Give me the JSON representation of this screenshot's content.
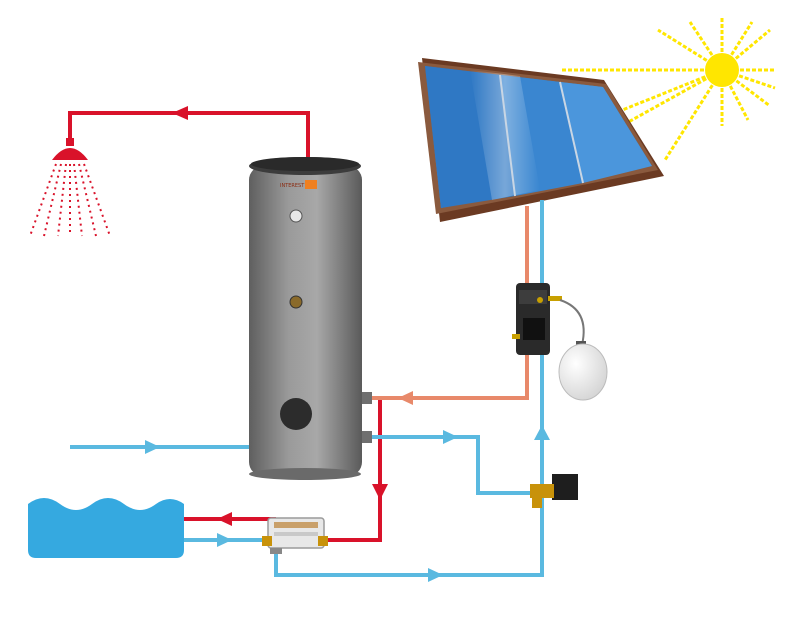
{
  "diagram": {
    "components": [
      {
        "id": "solar-collector",
        "kind": "flat-plate solar collector, 3 panels"
      },
      {
        "id": "sun",
        "kind": "sun"
      },
      {
        "id": "storage-tank",
        "kind": "vertical hot water storage cylinder",
        "brand_label": "INTEREST"
      },
      {
        "id": "shower",
        "kind": "shower head"
      },
      {
        "id": "pool",
        "kind": "pool"
      },
      {
        "id": "pump-station",
        "kind": "solar pump station"
      },
      {
        "id": "expansion-vessel",
        "kind": "expansion vessel"
      },
      {
        "id": "pump",
        "kind": "circulation pump"
      },
      {
        "id": "heat-exchanger",
        "kind": "plate heat exchanger"
      }
    ],
    "colors": {
      "hot_water": "#d9122a",
      "cold_water": "#5ab9e0",
      "solar_return_warm": "#e8896a",
      "tank": "#8c8c8c",
      "sun": "#ffe600",
      "pool": "#35a9e0",
      "panel": "#1b5fa3"
    }
  }
}
